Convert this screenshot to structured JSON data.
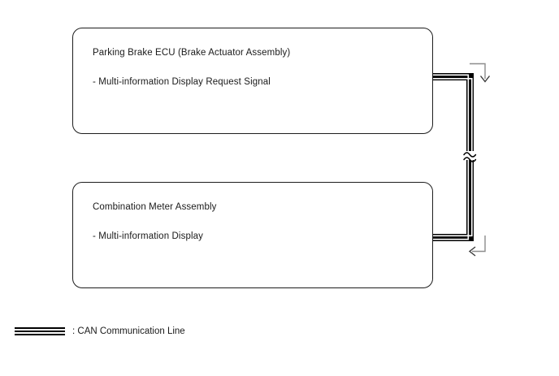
{
  "diagram": {
    "type": "system-wiring-diagram",
    "background_color": "#ffffff",
    "line_color": "#000000",
    "box_border_color": "#1d1d1d",
    "arrow_color": "#8c8c8c"
  },
  "boxes": [
    {
      "id": "parking-brake-ecu",
      "title": "Parking Brake ECU (Brake Actuator Assembly)",
      "subitem": "- Multi-information Display Request Signal"
    },
    {
      "id": "combination-meter",
      "title": "Combination Meter Assembly",
      "subitem": "- Multi-information Display"
    }
  ],
  "connections": [
    {
      "name": "can-bus-link",
      "from": "parking-brake-ecu",
      "to": "combination-meter",
      "style": "can-triple-line",
      "has_break_marks": true
    }
  ],
  "arrows": [
    {
      "name": "signal-arrow-down",
      "direction": "down"
    },
    {
      "name": "signal-arrow-left",
      "direction": "left"
    }
  ],
  "legend": {
    "symbol": "can-line-symbol",
    "label": ": CAN Communication Line"
  }
}
